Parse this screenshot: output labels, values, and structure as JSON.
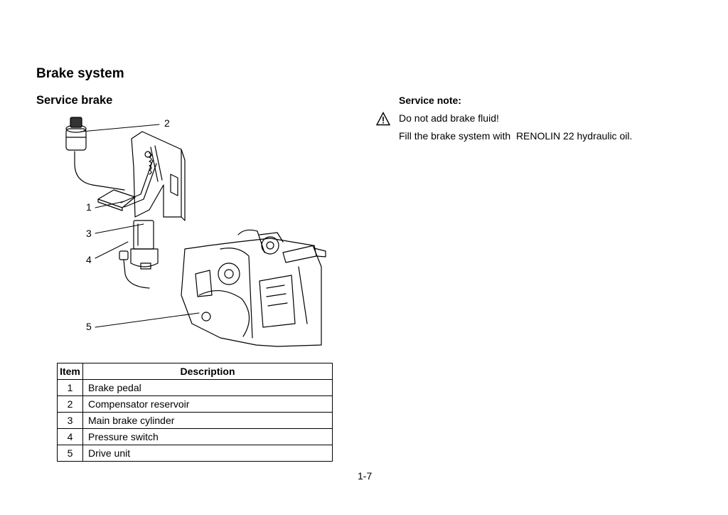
{
  "heading": "Brake system",
  "subheading": "Service brake",
  "service_note": {
    "title": "Service note:",
    "warning": "Do not add brake fluid!",
    "instruction": "Fill the brake system with  RENOLIN 22 hydraulic oil."
  },
  "callouts": [
    "1",
    "2",
    "3",
    "4",
    "5"
  ],
  "table": {
    "headers": [
      "Item",
      "Description"
    ],
    "rows": [
      {
        "item": "1",
        "description": "Brake pedal"
      },
      {
        "item": "2",
        "description": "Compensator reservoir"
      },
      {
        "item": "3",
        "description": "Main brake cylinder"
      },
      {
        "item": "4",
        "description": "Pressure switch"
      },
      {
        "item": "5",
        "description": "Drive unit"
      }
    ]
  },
  "page_number": "1-7"
}
